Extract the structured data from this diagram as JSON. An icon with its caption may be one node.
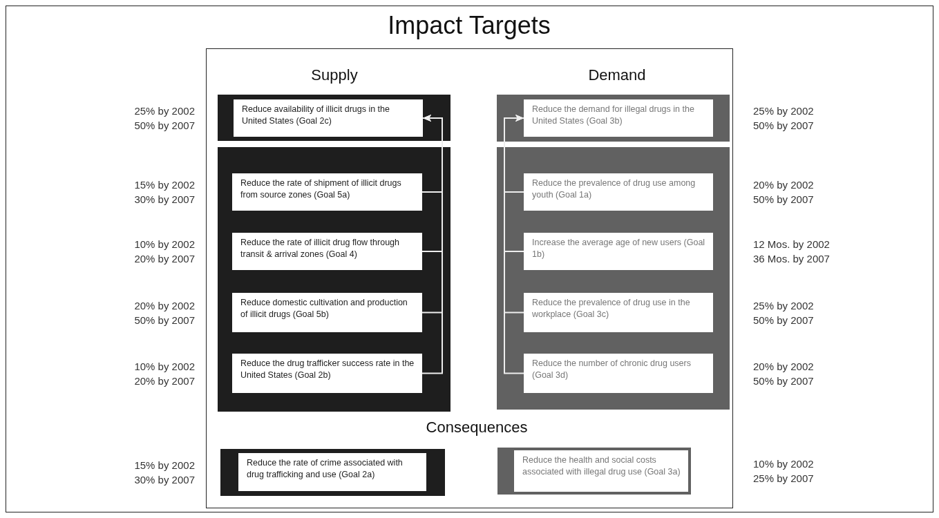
{
  "diagram": {
    "title": "Impact Targets",
    "nodes": [
      {
        "text": [
          "Reduce availability of illicit drugs in the United States (Goal 2c)"
        ],
        "beside": [
          "25% by 2002",
          "50% by 2007"
        ]
      },
      {
        "text": [
          "Reduce the demand for illegal drugs in the United States (Goal 3b)"
        ],
        "beside": [
          "25% by 2002",
          "50% by 2007"
        ]
      },
      {
        "text": [
          "Reduce the rate of shipment of illicit drugs from source zones (Goal 5a)"
        ],
        "beside": [
          "15% by 2002",
          "30% by 2007"
        ]
      },
      {
        "text": [
          "Reduce the prevalence of drug use among youth (Goal 1a)"
        ],
        "beside": [
          "20% by 2002",
          "50% by 2007"
        ]
      },
      {
        "text": [
          "Reduce the rate of illicit drug flow through transit & arrival zones (Goal 4)"
        ],
        "beside": [
          "10% by 2002",
          "20% by 2007"
        ]
      },
      {
        "text": [
          "Increase the average age of new users (Goal 1b)"
        ],
        "beside": [
          "12 Mos. by 2002",
          "36 Mos. by 2007"
        ]
      },
      {
        "text": [
          "Reduce domestic cultivation and production of illicit drugs (Goal 5b)"
        ],
        "beside": [
          "20% by 2002",
          "50% by 2007"
        ]
      },
      {
        "text": [
          "Reduce the prevalence of drug use in the workplace (Goal 3c)"
        ],
        "beside": [
          "25% by 2002",
          "50% by 2007"
        ]
      },
      {
        "text": [
          "Reduce the drug trafficker success rate in the United States (Goal 2b)"
        ],
        "beside": [
          "10% by 2002",
          "20% by 2007"
        ]
      },
      {
        "text": [
          "Reduce the number of chronic drug users (Goal 3d)"
        ],
        "beside": [
          "20% by 2002",
          "50% by 2007"
        ]
      },
      {
        "text": [
          "Reduce the rate of crime associated with drug trafficking and use (Goal 2a)"
        ],
        "beside": [
          "15% by 2002",
          "30% by 2007"
        ]
      },
      {
        "text": [
          "Reduce the health and social costs associated with illegal drug use (Goal 3a)"
        ],
        "beside": [
          "10% by 2002",
          "25% by 2007"
        ]
      }
    ],
    "edges": [
      {
        "from": 2,
        "to": 0,
        "arrow": "to"
      },
      {
        "from": 4,
        "to": 0,
        "arrow": "to"
      },
      {
        "from": 6,
        "to": 0,
        "arrow": "to"
      },
      {
        "from": 8,
        "to": 0,
        "arrow": "to"
      },
      {
        "from": 3,
        "to": 1,
        "arrow": "to"
      },
      {
        "from": 5,
        "to": 1,
        "arrow": "to"
      },
      {
        "from": 7,
        "to": 1,
        "arrow": "to"
      },
      {
        "from": 9,
        "to": 1,
        "arrow": "to"
      }
    ],
    "labels": [
      "Supply",
      "Demand",
      "Consequences"
    ]
  }
}
